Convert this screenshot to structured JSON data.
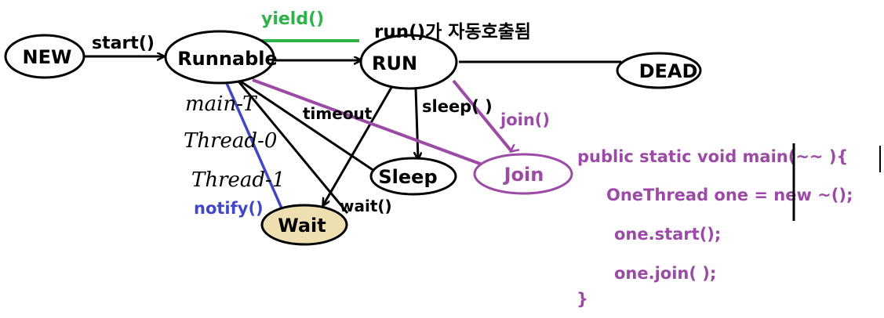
{
  "colors": {
    "black": "#000000",
    "green": "#2db34a",
    "purple": "#9b4aa5",
    "blue": "#4148c6",
    "wait_fill": "#eedfb0"
  },
  "states": {
    "new": "NEW",
    "runnable": "Runnable",
    "run": "RUN",
    "dead": "DEAD",
    "sleep": "Sleep",
    "join": "Join",
    "wait": "Wait"
  },
  "edges": {
    "start": "start()",
    "yield": "yield()",
    "run_note": "run()가 자동호출됨",
    "timeout": "timeout",
    "sleep": "sleep( )",
    "join": "join()",
    "wait": "wait()",
    "notify": "notify()"
  },
  "handwriting": [
    "main-T",
    "Thread-0",
    "Thread-1"
  ],
  "code": [
    "public static void main(~~ ){",
    "OneThread one = new ~();",
    "one.start();",
    "one.join( );",
    "}"
  ]
}
